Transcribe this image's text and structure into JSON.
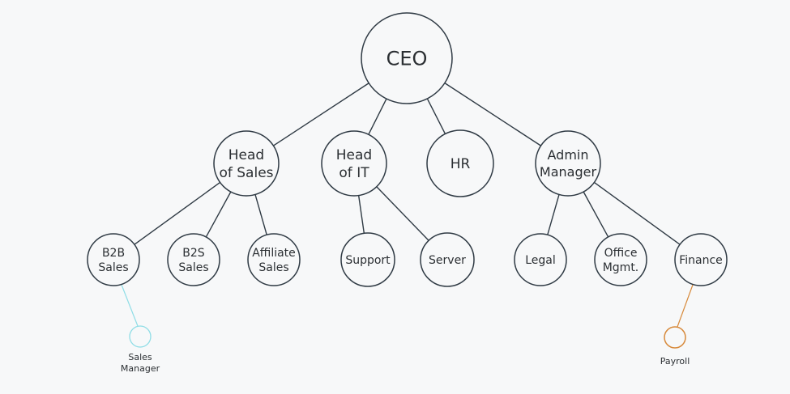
{
  "colors": {
    "background": "#f7f8f9",
    "stroke": "#2f3a44",
    "text": "#2b2f33",
    "sales_manager_accent": "#8fdde6",
    "payroll_accent": "#d7893a"
  },
  "nodes": {
    "ceo": [
      "CEO"
    ],
    "head_of_sales": [
      "Head",
      "of Sales"
    ],
    "head_of_it": [
      "Head",
      "of IT"
    ],
    "hr": [
      "HR"
    ],
    "admin_manager": [
      "Admin",
      "Manager"
    ],
    "b2b_sales": [
      "B2B",
      "Sales"
    ],
    "b2s_sales": [
      "B2S",
      "Sales"
    ],
    "affiliate_sales": [
      "Affiliate",
      "Sales"
    ],
    "support": [
      "Support"
    ],
    "server": [
      "Server"
    ],
    "legal": [
      "Legal"
    ],
    "office_mgmt": [
      "Office",
      "Mgmt."
    ],
    "finance": [
      "Finance"
    ]
  },
  "annotations": {
    "sales_manager": [
      "Sales",
      "Manager"
    ],
    "payroll": [
      "Payroll"
    ]
  },
  "edges": [
    [
      "ceo",
      "head_of_sales"
    ],
    [
      "ceo",
      "head_of_it"
    ],
    [
      "ceo",
      "hr"
    ],
    [
      "ceo",
      "admin_manager"
    ],
    [
      "head_of_sales",
      "b2b_sales"
    ],
    [
      "head_of_sales",
      "b2s_sales"
    ],
    [
      "head_of_sales",
      "affiliate_sales"
    ],
    [
      "head_of_it",
      "support"
    ],
    [
      "head_of_it",
      "server"
    ],
    [
      "admin_manager",
      "legal"
    ],
    [
      "admin_manager",
      "office_mgmt"
    ],
    [
      "admin_manager",
      "finance"
    ]
  ]
}
